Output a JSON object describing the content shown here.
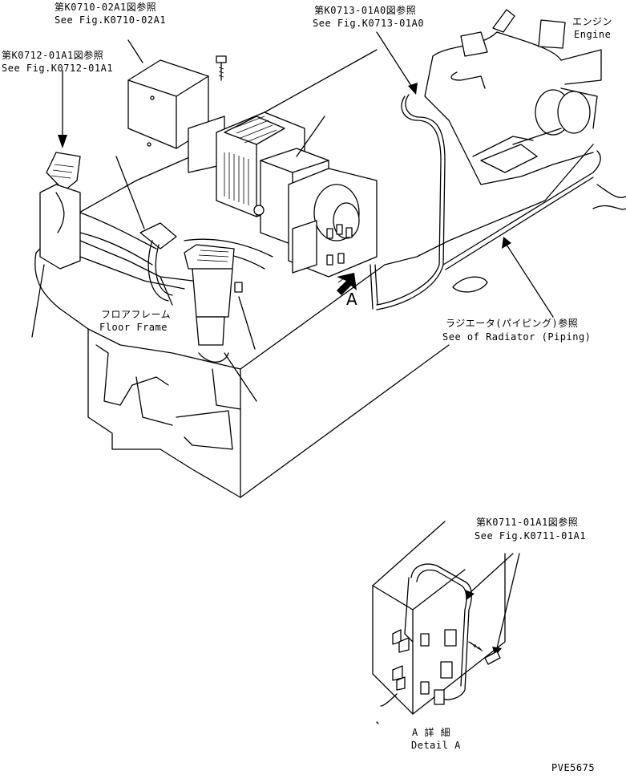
{
  "labels": {
    "ref_k0710_jp": "第K0710-02A1図参照",
    "ref_k0710_en": "See Fig.K0710-02A1",
    "ref_k0712_jp": "第K0712-01A1図参照",
    "ref_k0712_en": "See Fig.K0712-01A1",
    "ref_k0713_jp": "第K0713-01A0図参照",
    "ref_k0713_en": "See Fig.K0713-01A0",
    "engine_jp": "エンジン",
    "engine_en": "Engine",
    "floor_jp": "フロアフレーム",
    "floor_en": "Floor Frame",
    "radiator_jp": "ラジエータ(パイピング)参照",
    "radiator_en": "See of Radiator (Piping)",
    "view_a": "A",
    "ref_k0711_jp": "第K0711-01A1図参照",
    "ref_k0711_en": "See Fig.K0711-01A1",
    "detail_jp": "A 詳 細",
    "detail_en": "Detail A",
    "drawing_no": "PVE5675"
  }
}
